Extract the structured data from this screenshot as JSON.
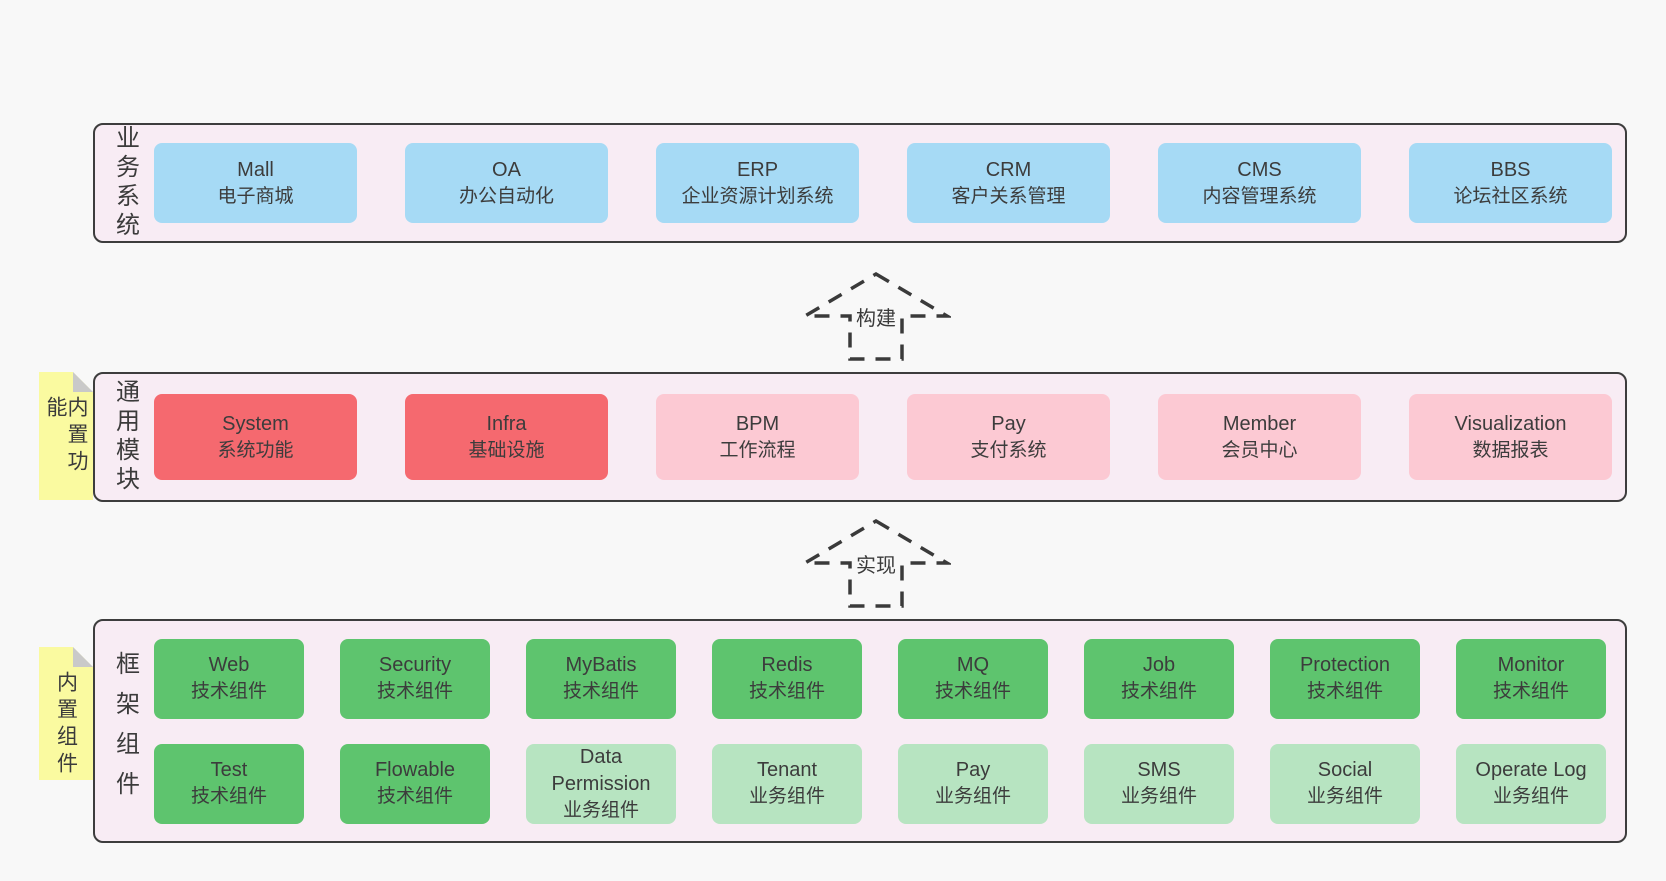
{
  "colors": {
    "page_bg": "#f8f8f8",
    "container_bg": "#f8ecf4",
    "border": "#3d3d3d",
    "text": "#3b3b3b",
    "blue": "#a6daf5",
    "red": "#f5696f",
    "pink": "#fcc9d3",
    "green_dark": "#5ec46e",
    "green_light": "#b7e4c1",
    "sticky_yellow": "#fafaa0",
    "fold_gray": "#c9c9c9",
    "arrow": "#3a3a3a"
  },
  "layers": [
    {
      "label": "业务系统",
      "boxes": [
        {
          "title": "Mall",
          "subtitle": "电子商城"
        },
        {
          "title": "OA",
          "subtitle": "办公自动化"
        },
        {
          "title": "ERP",
          "subtitle": "企业资源计划系统"
        },
        {
          "title": "CRM",
          "subtitle": "客户关系管理"
        },
        {
          "title": "CMS",
          "subtitle": "内容管理系统"
        },
        {
          "title": "BBS",
          "subtitle": "论坛社区系统"
        }
      ]
    },
    {
      "label": "通用模块",
      "sticky_note": "内置功能",
      "boxes": [
        {
          "title": "System",
          "subtitle": "系统功能"
        },
        {
          "title": "Infra",
          "subtitle": "基础设施"
        },
        {
          "title": "BPM",
          "subtitle": "工作流程"
        },
        {
          "title": "Pay",
          "subtitle": "支付系统"
        },
        {
          "title": "Member",
          "subtitle": "会员中心"
        },
        {
          "title": "Visualization",
          "subtitle": "数据报表"
        }
      ]
    },
    {
      "label": "框架组件",
      "sticky_note": "内置组件",
      "rows": [
        [
          {
            "title": "Web",
            "subtitle": "技术组件"
          },
          {
            "title": "Security",
            "subtitle": "技术组件"
          },
          {
            "title": "MyBatis",
            "subtitle": "技术组件"
          },
          {
            "title": "Redis",
            "subtitle": "技术组件"
          },
          {
            "title": "MQ",
            "subtitle": "技术组件"
          },
          {
            "title": "Job",
            "subtitle": "技术组件"
          },
          {
            "title": "Protection",
            "subtitle": "技术组件"
          },
          {
            "title": "Monitor",
            "subtitle": "技术组件"
          }
        ],
        [
          {
            "title": "Test",
            "subtitle": "技术组件"
          },
          {
            "title": "Flowable",
            "subtitle": "技术组件"
          },
          {
            "title": "Data Permission",
            "subtitle": "业务组件"
          },
          {
            "title": "Tenant",
            "subtitle": "业务组件"
          },
          {
            "title": "Pay",
            "subtitle": "业务组件"
          },
          {
            "title": "SMS",
            "subtitle": "业务组件"
          },
          {
            "title": "Social",
            "subtitle": "业务组件"
          },
          {
            "title": "Operate Log",
            "subtitle": "业务组件"
          }
        ]
      ]
    }
  ],
  "arrows": [
    {
      "label": "构建"
    },
    {
      "label": "实现"
    }
  ]
}
